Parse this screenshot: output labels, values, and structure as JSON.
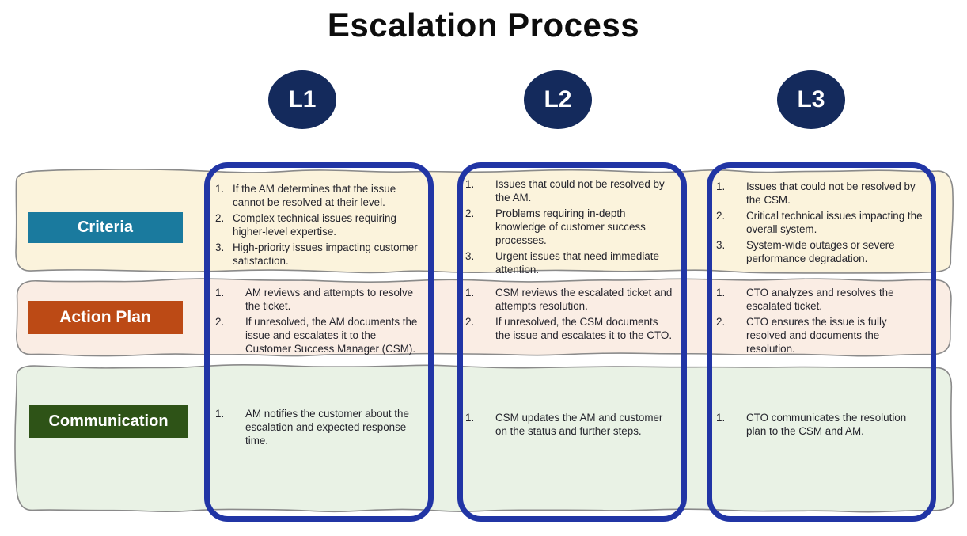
{
  "title": "Escalation Process",
  "rows": [
    {
      "label": "Criteria",
      "label_bg": "#1A7A9E",
      "band_bg": "#FBF3DC"
    },
    {
      "label": "Action Plan",
      "label_bg": "#BC4A15",
      "band_bg": "#FAEDE4"
    },
    {
      "label": "Communication",
      "label_bg": "#2E5317",
      "band_bg": "#E9F2E5"
    }
  ],
  "levels": [
    {
      "id": "L1",
      "criteria": [
        "If the AM determines that the issue cannot be resolved at their level.",
        "Complex technical issues requiring higher-level expertise.",
        "High-priority issues impacting customer satisfaction."
      ],
      "action_plan": [
        "AM reviews and attempts to resolve the ticket.",
        "If unresolved, the AM documents the issue and escalates it to the Customer Success Manager (CSM)."
      ],
      "communication": [
        "AM notifies the customer about the escalation and expected response time."
      ]
    },
    {
      "id": "L2",
      "criteria": [
        "Issues that could not be resolved by the AM.",
        "Problems requiring in-depth knowledge of customer success processes.",
        "Urgent issues that need immediate attention."
      ],
      "action_plan": [
        "CSM reviews the escalated ticket and attempts resolution.",
        "If unresolved, the CSM documents the issue and escalates it to the CTO."
      ],
      "communication": [
        "CSM updates the AM and customer on the status and further steps."
      ]
    },
    {
      "id": "L3",
      "criteria": [
        "Issues that could not be resolved by the CSM.",
        "Critical technical issues impacting the overall system.",
        "System-wide outages or severe performance degradation."
      ],
      "action_plan": [
        "CTO analyzes and resolves the escalated ticket.",
        "CTO ensures the issue is fully resolved and documents the resolution."
      ],
      "communication": [
        "CTO communicates the resolution plan to the CSM and AM."
      ]
    }
  ],
  "colors": {
    "badge": "#142A5C",
    "column_border": "#2135A5",
    "band_stroke": "#8A8A8A",
    "body_text": "#25252D",
    "title_text": "#0D0D0D"
  }
}
